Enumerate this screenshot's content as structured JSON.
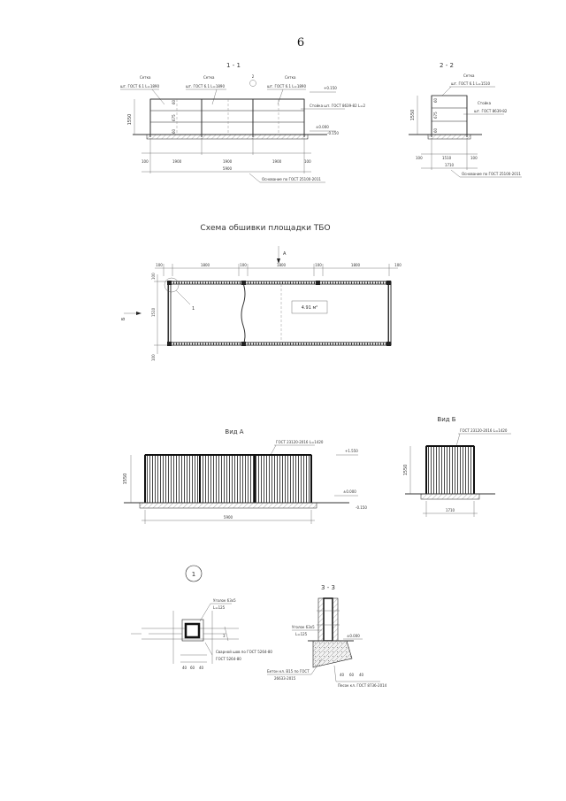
{
  "page_number": "6",
  "section_1_1": {
    "title": "1 - 1",
    "callouts": [
      "Сетка",
      "шт. ГОСТ 6.1 L=1890",
      "Сетка",
      "шт. ГОСТ 6.1 L=1890",
      "Сетка",
      "шт. ГОСТ 6.1 L=1890"
    ],
    "marker": "2",
    "right_callout_1": "+0.150",
    "right_callout_2": "Стойка шт. ГОСТ 8639-82 L=2",
    "level_top": "±0.000",
    "level_bottom": "-0.150",
    "height_dim": "1550",
    "inner_dims": [
      "60",
      "675",
      "60"
    ],
    "bottom_dims": [
      "100",
      "1900",
      "1900",
      "1900",
      "100"
    ],
    "total_dim": "5900",
    "bottom_callout": "Основание по ГОСТ 25100-2011"
  },
  "section_2_2": {
    "title": "2 - 2",
    "callout_top_1": "Сетка",
    "callout_top_2": "шт. ГОСТ 6.1 L=1510",
    "callout_mid_1": "Стойка",
    "callout_mid_2": "шт. ГОСТ 8639-82",
    "height_dim": "1550",
    "inner_dims": [
      "60",
      "675",
      "60"
    ],
    "bottom_dims": [
      "100",
      "1510",
      "100"
    ],
    "total_dim": "1710",
    "bottom_callout": "Основание по ГОСТ 25100-2011"
  },
  "plan": {
    "title": "Схема обшивки площадки ТБО",
    "view_a_marker": "A",
    "view_b_marker": "Б",
    "node_marker": "1",
    "top_dims": [
      "100",
      "1800",
      "100",
      "1800",
      "100",
      "1800",
      "100"
    ],
    "left_dims": [
      "100",
      "1510",
      "100"
    ],
    "area_label": "4.91 м²"
  },
  "view_a": {
    "title": "Вид А",
    "callout": "ГОСТ 23120-2016 L=1420",
    "level_top": "+1.550",
    "level_mid": "±0.000",
    "level_bottom": "-0.150",
    "height_dim": "1550",
    "total_dim": "5900"
  },
  "view_b": {
    "title": "Вид Б",
    "callout": "ГОСТ 23120-2016 L=1420",
    "height_dim": "1550",
    "total_dim": "1710"
  },
  "node_1": {
    "marker": "1",
    "callout_1": "Уголок 63x5",
    "callout_2": "L=125",
    "callout_3": "Сварной шов по ГОСТ 5264-80",
    "callout_4": "ГОСТ 5264-80",
    "section_mark": "3",
    "dims": [
      "40",
      "60",
      "40"
    ]
  },
  "section_3_3": {
    "title": "3 - 3",
    "callout_1": "Уголок 63x5",
    "callout_2": "L=125",
    "level": "±0.000",
    "callout_3": "Бетон кл. В15 по ГОСТ",
    "callout_4": "26633-2015",
    "callout_5": "Песок кл. ГОСТ 8736-2014",
    "dims": [
      "40",
      "60",
      "40"
    ]
  }
}
